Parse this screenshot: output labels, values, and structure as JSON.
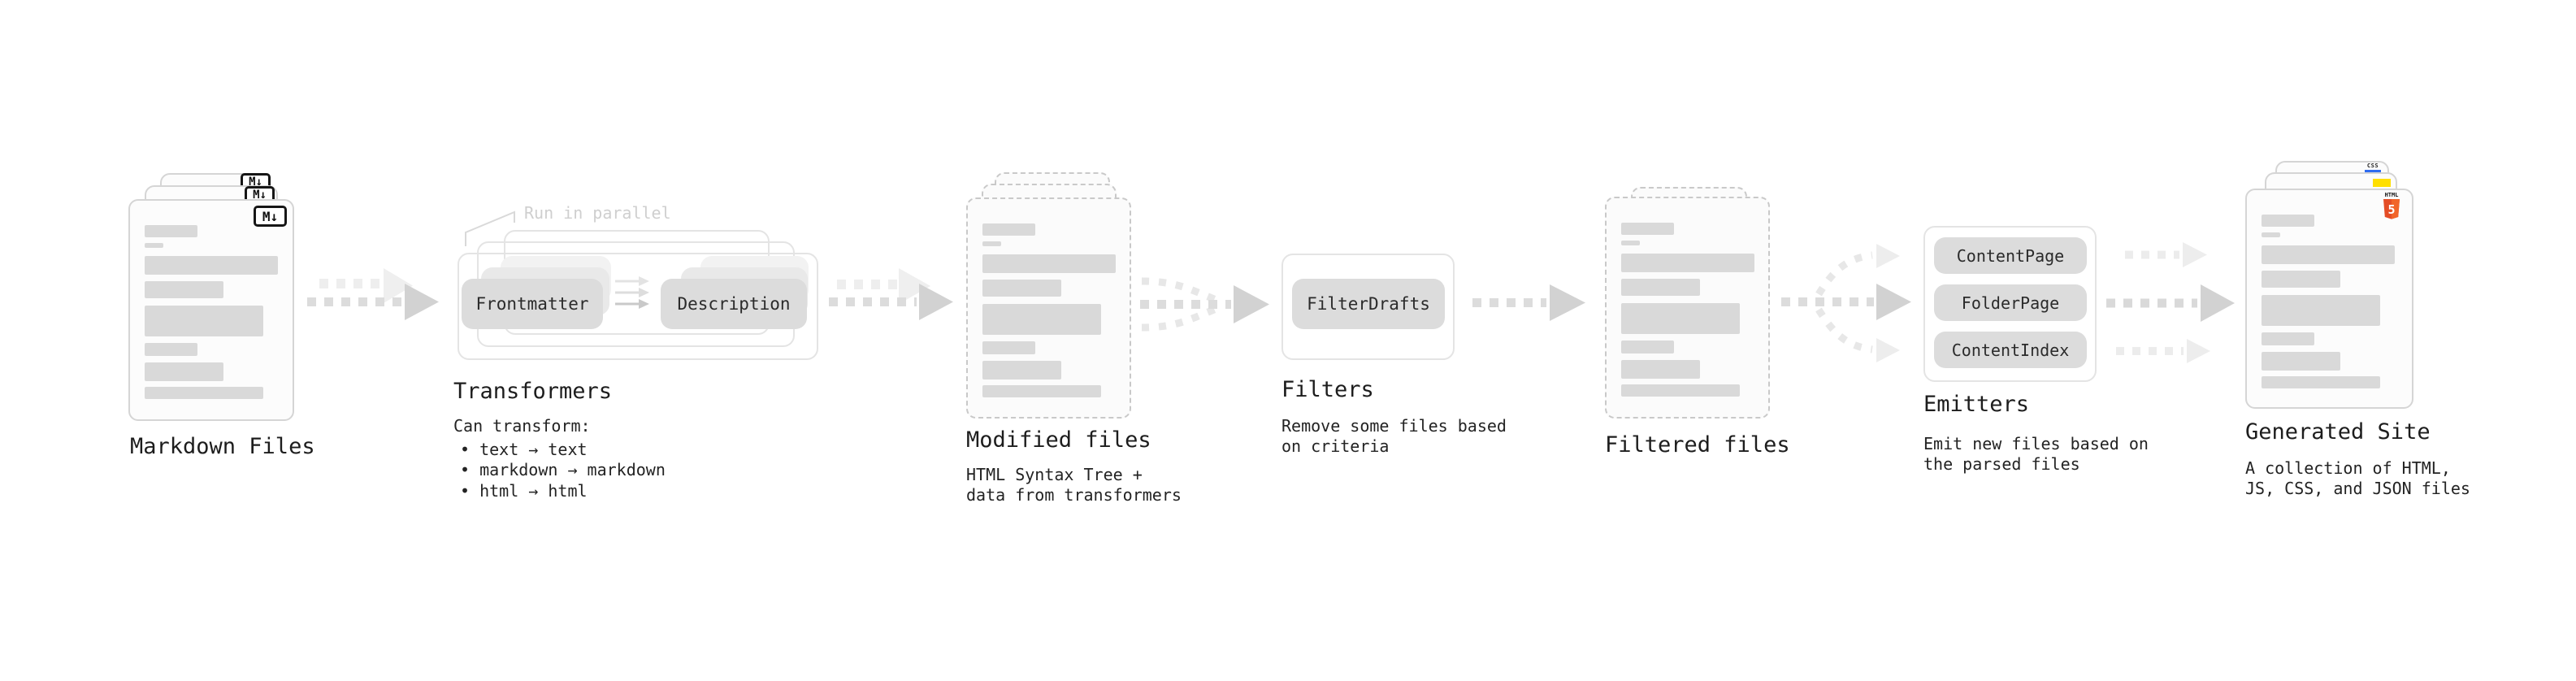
{
  "colors": {
    "html5_orange": "#e44d26",
    "html5_orange_light": "#f16529",
    "js_yellow": "#ffdf00",
    "css_blue": "#2f6bf0",
    "bar_gray": "#d9d9d9",
    "arrow_gray": "#d9d9d9",
    "arrow_ghost_gray": "#ededed"
  },
  "markdown_files": {
    "label": "Markdown Files",
    "badge": "M↓"
  },
  "transformers": {
    "annotation": "Run in parallel",
    "pill_left": "Frontmatter",
    "pill_right": "Description",
    "label": "Transformers",
    "desc_title": "Can transform:",
    "bullet1": "• text → text",
    "bullet2": "• markdown → markdown",
    "bullet3": "• html → html"
  },
  "modified_files": {
    "label": "Modified files",
    "desc1": "HTML Syntax Tree +",
    "desc2": "data from transformers"
  },
  "filters": {
    "pill": "FilterDrafts",
    "label": "Filters",
    "desc1": "Remove some files based",
    "desc2": "on criteria"
  },
  "filtered_files": {
    "label": "Filtered files"
  },
  "emitters": {
    "pill1": "ContentPage",
    "pill2": "FolderPage",
    "pill3": "ContentIndex",
    "label": "Emitters",
    "desc1": "Emit new files based on",
    "desc2": "the parsed files"
  },
  "generated_site": {
    "label": "Generated Site",
    "desc1": "A collection of HTML,",
    "desc2": "JS, CSS, and JSON files",
    "css_badge_label": "CSS",
    "html_badge_label": "HTML",
    "html_badge_number": "5"
  }
}
